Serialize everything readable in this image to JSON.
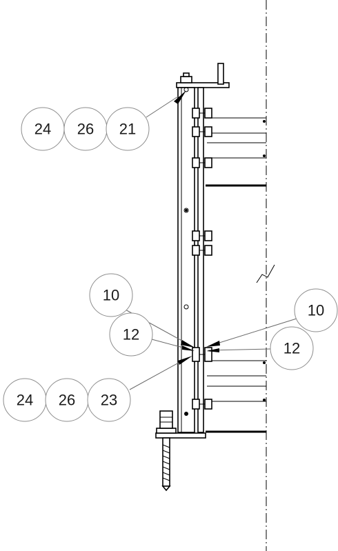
{
  "callouts": [
    {
      "id": "c24a",
      "label": "24"
    },
    {
      "id": "c26a",
      "label": "26"
    },
    {
      "id": "c21",
      "label": "21"
    },
    {
      "id": "c10a",
      "label": "10"
    },
    {
      "id": "c12a",
      "label": "12"
    },
    {
      "id": "c10b",
      "label": "10"
    },
    {
      "id": "c12b",
      "label": "12"
    },
    {
      "id": "c24b",
      "label": "24"
    },
    {
      "id": "c26b",
      "label": "26"
    },
    {
      "id": "c23",
      "label": "23"
    }
  ]
}
